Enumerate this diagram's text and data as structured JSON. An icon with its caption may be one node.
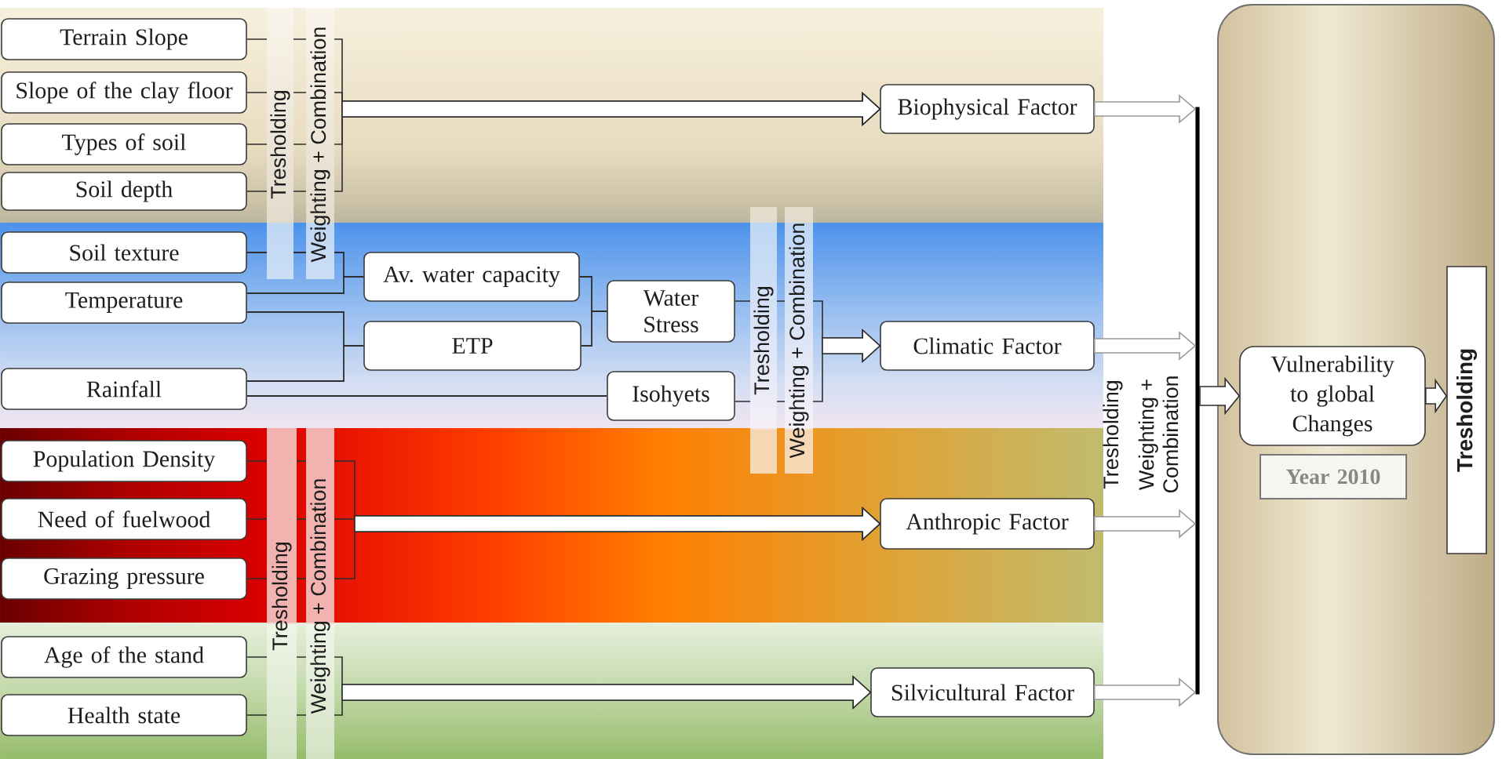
{
  "diagram": {
    "nodes": [
      {
        "text": [
          "Terrain Slope"
        ]
      },
      {
        "text": [
          "Slope of the clay floor"
        ]
      },
      {
        "text": [
          "Types of soil"
        ]
      },
      {
        "text": [
          "Soil depth"
        ]
      },
      {
        "text": [
          "Soil texture"
        ]
      },
      {
        "text": [
          "Temperature"
        ]
      },
      {
        "text": [
          "Rainfall"
        ]
      },
      {
        "text": [
          "Av. water capacity"
        ]
      },
      {
        "text": [
          "ETP"
        ]
      },
      {
        "text": [
          "Water Stress"
        ]
      },
      {
        "text": [
          "Isohyets"
        ]
      },
      {
        "text": [
          "Population Density"
        ]
      },
      {
        "text": [
          "Need of fuelwood"
        ]
      },
      {
        "text": [
          "Grazing pressure"
        ]
      },
      {
        "text": [
          "Age of the stand"
        ]
      },
      {
        "text": [
          "Health state"
        ]
      },
      {
        "text": [
          "Biophysical Factor"
        ]
      },
      {
        "text": [
          "Climatic Factor"
        ]
      },
      {
        "text": [
          "Anthropic Factor"
        ]
      },
      {
        "text": [
          "Silvicultural Factor"
        ]
      },
      {
        "text": [],
        "shape": "bar"
      },
      {
        "text": [],
        "shape": "box"
      },
      {
        "text": [
          "Vulnerability to global Changes"
        ],
        "in": 21
      },
      {
        "text": [
          "Year 2010"
        ],
        "in": 21
      },
      {
        "text": [
          "Tresholding"
        ],
        "in": 21
      }
    ],
    "edges": [
      {
        "from": 0,
        "to": 16,
        "arrow": "to"
      },
      {
        "from": 1,
        "to": 16,
        "arrow": "to"
      },
      {
        "from": 2,
        "to": 16,
        "arrow": "to"
      },
      {
        "from": 3,
        "to": 16,
        "arrow": "to"
      },
      {
        "from": 4,
        "to": 7,
        "arrow": "none"
      },
      {
        "from": 5,
        "to": 7,
        "arrow": "none"
      },
      {
        "from": 5,
        "to": 8,
        "arrow": "none"
      },
      {
        "from": 6,
        "to": 8,
        "arrow": "none"
      },
      {
        "from": 6,
        "to": 10,
        "arrow": "none"
      },
      {
        "from": 7,
        "to": 9,
        "arrow": "none"
      },
      {
        "from": 8,
        "to": 9,
        "arrow": "none"
      },
      {
        "from": 9,
        "to": 17,
        "arrow": "to"
      },
      {
        "from": 10,
        "to": 17,
        "arrow": "to"
      },
      {
        "from": 11,
        "to": 18,
        "arrow": "to"
      },
      {
        "from": 12,
        "to": 18,
        "arrow": "to"
      },
      {
        "from": 13,
        "to": 18,
        "arrow": "to"
      },
      {
        "from": 14,
        "to": 19,
        "arrow": "to"
      },
      {
        "from": 15,
        "to": 19,
        "arrow": "to"
      },
      {
        "from": 16,
        "to": 20,
        "arrow": "to",
        "color": "#999999"
      },
      {
        "from": 17,
        "to": 20,
        "arrow": "to",
        "color": "#999999"
      },
      {
        "from": 18,
        "to": 20,
        "arrow": "to",
        "color": "#999999"
      },
      {
        "from": 19,
        "to": 20,
        "arrow": "to",
        "color": "#999999"
      },
      {
        "from": 20,
        "to": 22,
        "arrow": "to"
      },
      {
        "from": 22,
        "to": 24,
        "arrow": "to"
      }
    ],
    "labels": [
      "Tresholding",
      "Weighting + Combination",
      "Tresholding",
      "Weighting + Combination",
      "Tresholding",
      "Weighting + Combination",
      "Tresholding",
      "Weighting + Combination"
    ]
  }
}
